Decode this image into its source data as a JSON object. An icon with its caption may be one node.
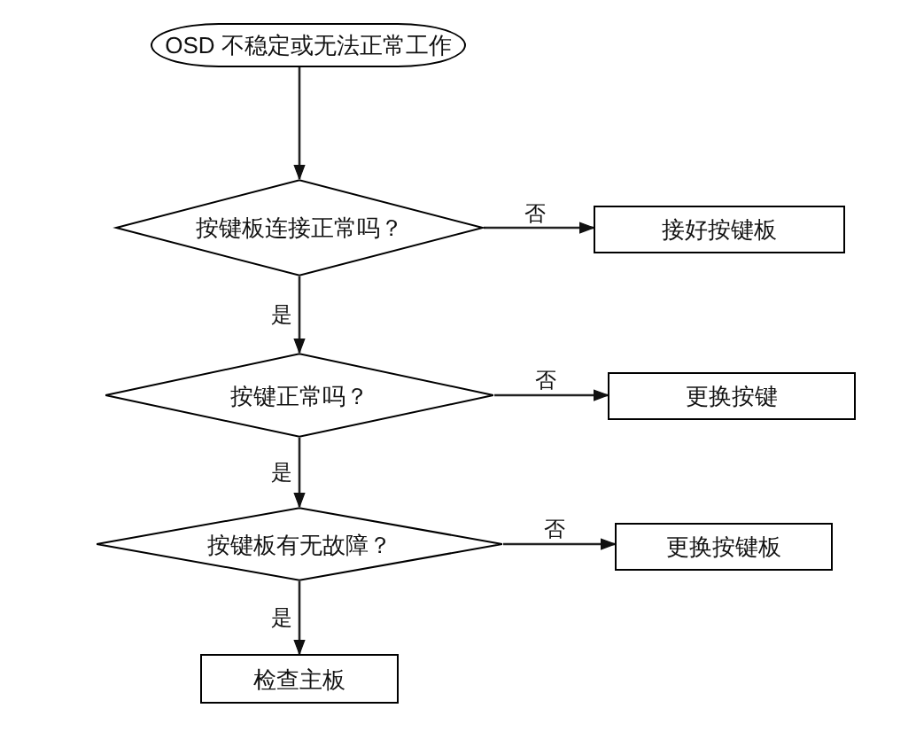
{
  "diagram": {
    "nodes": [
      {
        "text": [
          "OSD 不稳定或无法正常工作"
        ]
      },
      {
        "text": [
          "按键板连接正常吗？"
        ]
      },
      {
        "text": [
          "接好按键板"
        ]
      },
      {
        "text": [
          "按键正常吗？"
        ]
      },
      {
        "text": [
          "更换按键"
        ]
      },
      {
        "text": [
          "按键板有无故障？"
        ]
      },
      {
        "text": [
          "更换按键板"
        ]
      },
      {
        "text": [
          "检查主板"
        ]
      }
    ],
    "edges": [
      {
        "from": 0,
        "to": 1,
        "arrow": "to"
      },
      {
        "from": 1,
        "to": 2,
        "arrow": "to",
        "label": "否"
      },
      {
        "from": 1,
        "to": 3,
        "arrow": "to",
        "label": "是"
      },
      {
        "from": 3,
        "to": 4,
        "arrow": "to",
        "label": "否"
      },
      {
        "from": 3,
        "to": 5,
        "arrow": "to",
        "label": "是"
      },
      {
        "from": 5,
        "to": 6,
        "arrow": "to",
        "label": "否"
      },
      {
        "from": 5,
        "to": 7,
        "arrow": "to",
        "label": "是"
      }
    ]
  }
}
